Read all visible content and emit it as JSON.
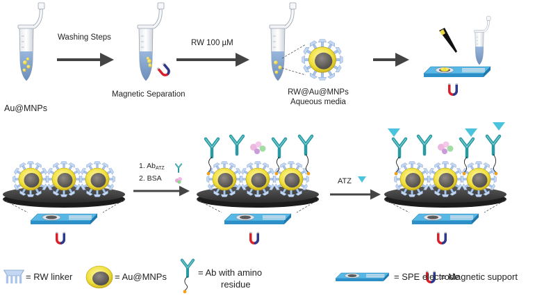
{
  "top_row": {
    "tube1_label": "Au@MNPs",
    "step1_label": "Washing Steps",
    "tube2_label": "Magnetic Separation",
    "step2_label": "RW 100 µM",
    "tube3_label_line1": "RW@Au@MNPs",
    "tube3_label_line2": "Aqueous media"
  },
  "middle_row": {
    "step3_line1_prefix": "1. Ab",
    "step3_line1_sub": "ATZ",
    "step3_line2": "2. BSA",
    "step4_label": "ATZ"
  },
  "legend": {
    "rw_linker": "= RW linker",
    "au_mnps": "= Au@MNPs",
    "ab_line1": "= Ab with amino",
    "ab_line2": "residue",
    "spe": "= SPE electrode",
    "magnet": "= Magnetic support"
  },
  "colors": {
    "nanoparticle_shell": "#f2e45a",
    "nanoparticle_core": "#6e6a66",
    "rw_linker": "#a9c4ea",
    "antibody": "#2a9aa2",
    "atz": "#4cc3dc",
    "electrode": "#3aa6d6",
    "magnet_red": "#d8202a",
    "magnet_blue": "#2b3a8f",
    "arrow": "#444444",
    "plate": "#2e2e2e"
  }
}
